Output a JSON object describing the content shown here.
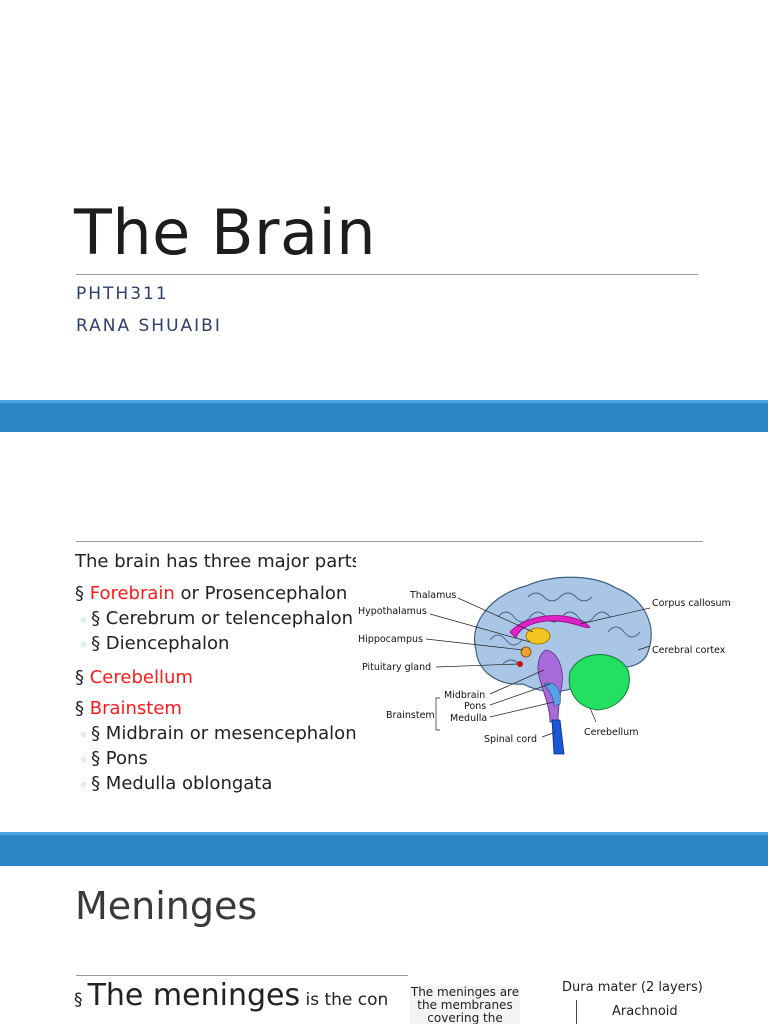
{
  "slide1": {
    "title": "The Brain",
    "course": "PHTH311",
    "author": "RANA SHUAIBI"
  },
  "slide2": {
    "intro": "The brain has three major parts:",
    "bullet_marker": "§",
    "sub_marker": "◦",
    "items": [
      {
        "label": "Forebrain",
        "rest": " or Prosencephalon"
      },
      {
        "sub": "§ Cerebrum or telencephalon"
      },
      {
        "sub": "§ Diencephalon"
      },
      {
        "label": "Cerebellum",
        "rest": ""
      },
      {
        "label": "Brainstem",
        "rest": ""
      },
      {
        "sub": "§ Midbrain or mesencephalon"
      },
      {
        "sub": "§ Pons"
      },
      {
        "sub": "§ Medulla oblongata"
      }
    ],
    "diagram_labels": {
      "thalamus": "Thalamus",
      "hypothalamus": "Hypothalamus",
      "hippocampus": "Hippocampus",
      "pituitary": "Pituitary gland",
      "brainstem": "Brainstem",
      "midbrain": "Midbrain",
      "pons": "Pons",
      "medulla": "Medulla",
      "spinal_cord": "Spinal cord",
      "corpus_callosum": "Corpus callosum",
      "cerebral_cortex": "Cerebral cortex",
      "cerebellum": "Cerebellum"
    }
  },
  "slide3": {
    "title": "Meninges",
    "marker": "§",
    "big": "The meninges",
    "rest": " is the con",
    "box_lines": [
      "The meninges are",
      "the membranes",
      "covering the brain"
    ],
    "layers": [
      "Dura mater (2 layers)",
      "Arachnoid"
    ]
  },
  "colors": {
    "divider": "#2b84c6",
    "accent_red": "#ff1a1a",
    "subtitle": "#2e3f6b",
    "sub_bullet": "#3da0d8"
  }
}
